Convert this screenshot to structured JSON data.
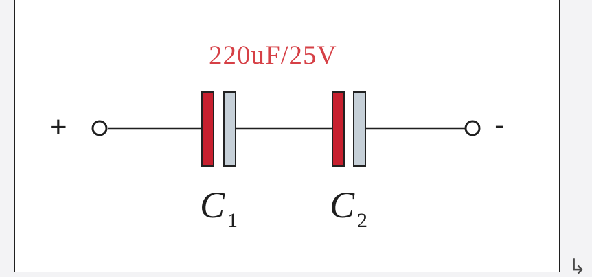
{
  "diagram": {
    "rating_label": "220uF/25V",
    "positive_terminal": "+",
    "negative_terminal": "-",
    "capacitors": [
      {
        "name": "C",
        "subscript": "1"
      },
      {
        "name": "C",
        "subscript": "2"
      }
    ],
    "colors": {
      "wire": "#1f1f1f",
      "positive_plate": "#c7202f",
      "negative_plate": "#c6d0d8",
      "rating_text": "#d64046"
    }
  }
}
